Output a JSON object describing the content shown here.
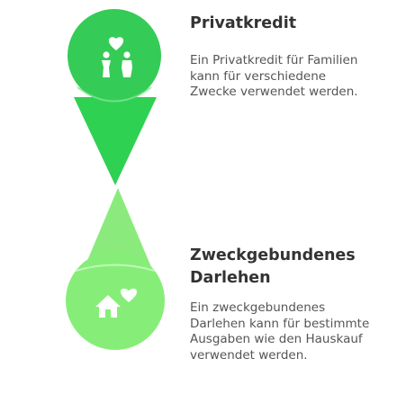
{
  "items": [
    {
      "title": "Privatkredit",
      "lines": [
        "Ein Privatkredit für Familien",
        "kann für verschiedene",
        "Zwecke verwendet werden."
      ],
      "icon": "family-heart-icon",
      "color": "#33cc55"
    },
    {
      "title_lines": [
        "Zweckgebundenes",
        "Darlehen"
      ],
      "lines": [
        "Ein zweckgebundenes",
        "Darlehen kann für bestimmte",
        "Ausgaben wie den Hauskauf",
        "verwendet werden."
      ],
      "icon": "house-heart-icon",
      "color": "#88ee77"
    }
  ]
}
